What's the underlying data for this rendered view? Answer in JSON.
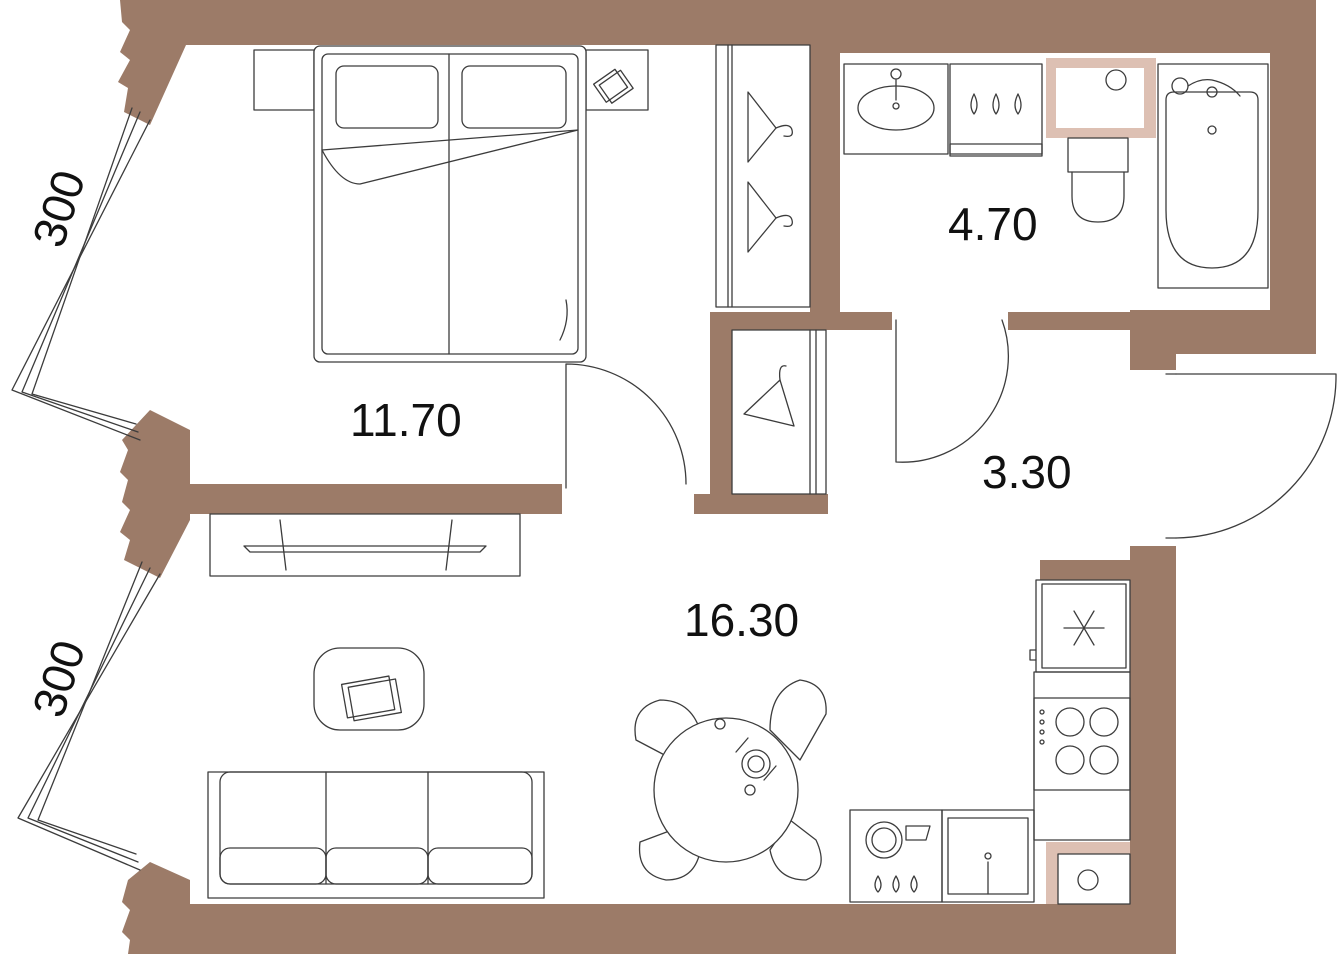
{
  "colors": {
    "wall": "#9c7b68",
    "wall_light": "#ddc0b3",
    "line": "#3c3c3c",
    "text": "#111111"
  },
  "rooms": {
    "bedroom_area": "11.70",
    "bathroom_area": "4.70",
    "hall_area": "3.30",
    "living_area": "16.30"
  },
  "dimensions": {
    "window_upper": "300",
    "window_lower": "300"
  },
  "icons": [
    "bed-icon",
    "wardrobe-hanger-icon",
    "sink-icon",
    "washing-machine-icon",
    "toilet-icon",
    "bathtub-icon",
    "tv-icon",
    "coffee-table-icon",
    "sofa-icon",
    "dining-table-icon",
    "chair-icon",
    "fridge-snowflake-icon",
    "stove-icon",
    "dishwasher-icon",
    "kitchen-sink-icon",
    "door-icon"
  ]
}
